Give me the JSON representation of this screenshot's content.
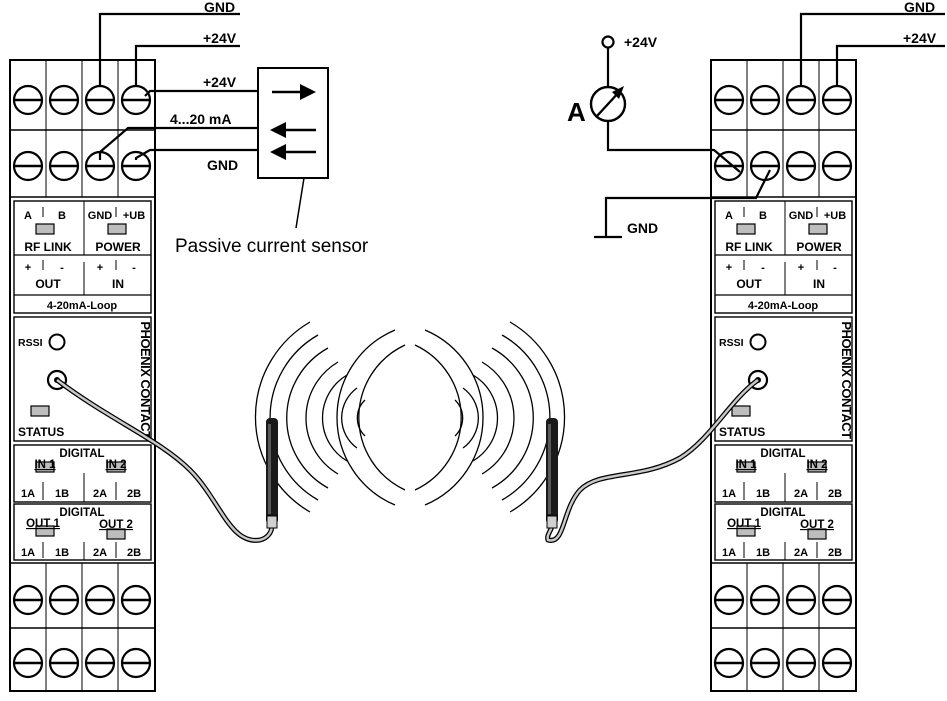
{
  "wires": {
    "gnd_top": "GND",
    "v24_top": "+24V",
    "v24_sensor": "+24V",
    "signal": "4...20 mA",
    "gnd_sensor": "GND",
    "v24_meter": "+24V",
    "gnd_meter": "GND",
    "ammeter_symbol": "A"
  },
  "sensor": {
    "caption": "Passive current sensor"
  },
  "module": {
    "rf_a": "A",
    "rf_b": "B",
    "power_gnd": "GND",
    "power_ub": "+UB",
    "rf_link": "RF LINK",
    "power": "POWER",
    "out_plus": "+",
    "out_minus": "-",
    "in_plus": "+",
    "in_minus": "-",
    "out": "OUT",
    "in": "IN",
    "loop": "4-20mA-Loop",
    "rssi": "RSSI",
    "status": "STATUS",
    "digital_in_title": "DIGITAL",
    "in1": "IN 1",
    "in2": "IN 2",
    "in_1a": "1A",
    "in_1b": "1B",
    "in_2a": "2A",
    "in_2b": "2B",
    "digital_out_title": "DIGITAL",
    "out1": "OUT 1",
    "out2": "OUT 2",
    "out_1a": "1A",
    "out_1b": "1B",
    "out_2a": "2A",
    "out_2b": "2B",
    "brand": "PHOENIX CONTACT"
  }
}
